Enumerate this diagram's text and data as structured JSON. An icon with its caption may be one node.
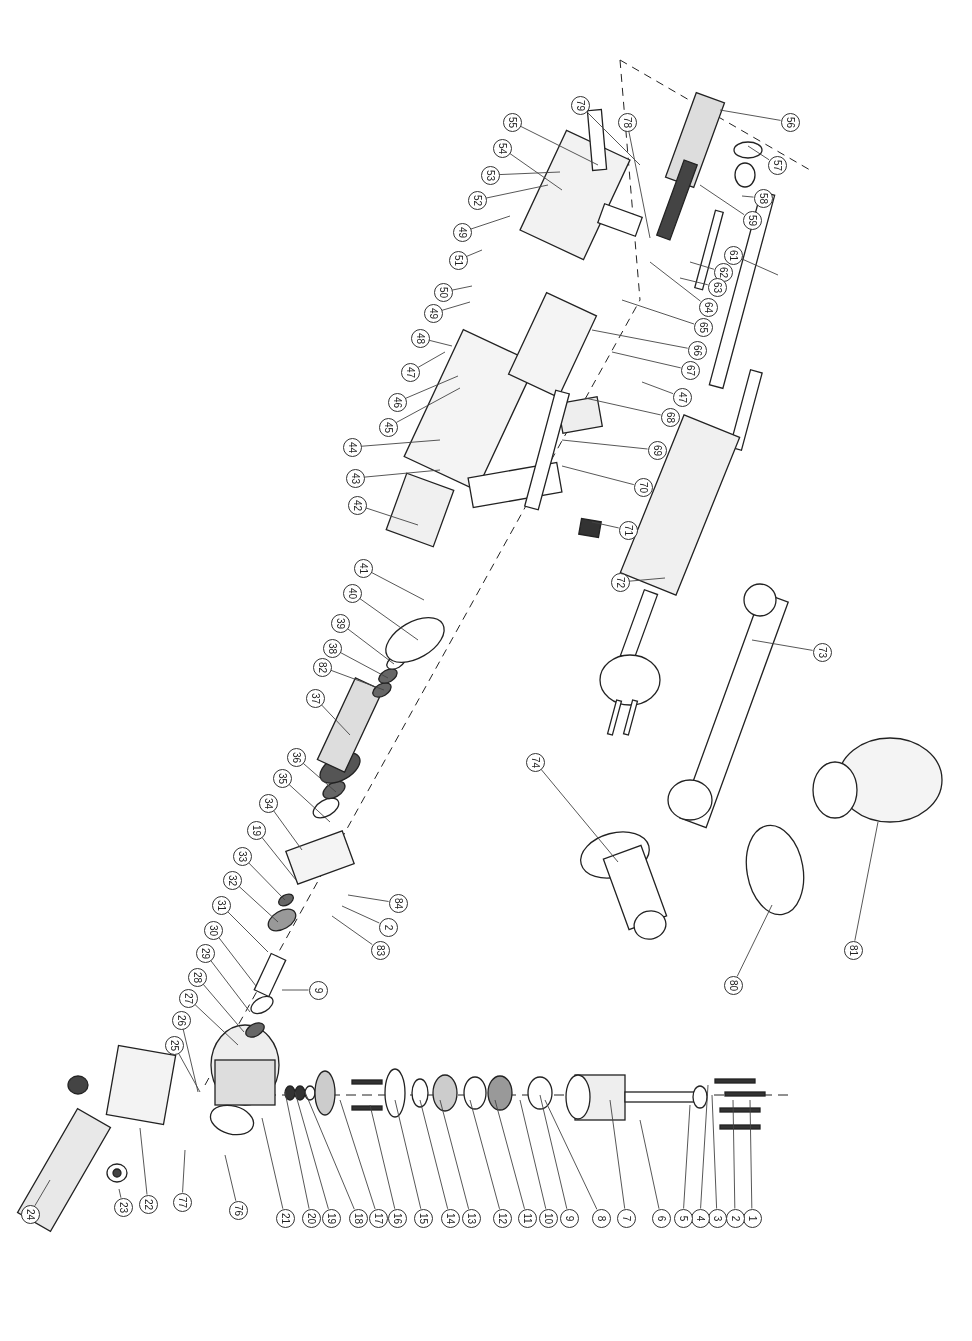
{
  "diagram": {
    "nodes": [
      {
        "text": [
          "1"
        ]
      },
      {
        "text": [
          "2"
        ]
      },
      {
        "text": [
          "3"
        ]
      },
      {
        "text": [
          "4"
        ]
      },
      {
        "text": [
          "5"
        ]
      },
      {
        "text": [
          "6"
        ]
      },
      {
        "text": [
          "7"
        ]
      },
      {
        "text": [
          "8"
        ]
      },
      {
        "text": [
          "9"
        ]
      },
      {
        "text": [
          "10"
        ]
      },
      {
        "text": [
          "11"
        ]
      },
      {
        "text": [
          "12"
        ]
      },
      {
        "text": [
          "13"
        ]
      },
      {
        "text": [
          "14"
        ]
      },
      {
        "text": [
          "15"
        ]
      },
      {
        "text": [
          "16"
        ]
      },
      {
        "text": [
          "17"
        ]
      },
      {
        "text": [
          "18"
        ]
      },
      {
        "text": [
          "19"
        ]
      },
      {
        "text": [
          "20"
        ]
      },
      {
        "text": [
          "21"
        ]
      },
      {
        "text": [
          "76"
        ]
      },
      {
        "text": [
          "77"
        ]
      },
      {
        "text": [
          "22"
        ]
      },
      {
        "text": [
          "23"
        ]
      },
      {
        "text": [
          "24"
        ]
      },
      {
        "text": [
          "25"
        ]
      },
      {
        "text": [
          "26"
        ]
      },
      {
        "text": [
          "27"
        ]
      },
      {
        "text": [
          "28"
        ]
      },
      {
        "text": [
          "29"
        ]
      },
      {
        "text": [
          "30"
        ]
      },
      {
        "text": [
          "31"
        ]
      },
      {
        "text": [
          "32"
        ]
      },
      {
        "text": [
          "33"
        ]
      },
      {
        "text": [
          "19"
        ]
      },
      {
        "text": [
          "34"
        ]
      },
      {
        "text": [
          "35"
        ]
      },
      {
        "text": [
          "36"
        ]
      },
      {
        "text": [
          "37"
        ]
      },
      {
        "text": [
          "82"
        ]
      },
      {
        "text": [
          "38"
        ]
      },
      {
        "text": [
          "39"
        ]
      },
      {
        "text": [
          "40"
        ]
      },
      {
        "text": [
          "41"
        ]
      },
      {
        "text": [
          "42"
        ]
      },
      {
        "text": [
          "43"
        ]
      },
      {
        "text": [
          "44"
        ]
      },
      {
        "text": [
          "45"
        ]
      },
      {
        "text": [
          "46"
        ]
      },
      {
        "text": [
          "47"
        ]
      },
      {
        "text": [
          "48"
        ]
      },
      {
        "text": [
          "49"
        ]
      },
      {
        "text": [
          "50"
        ]
      },
      {
        "text": [
          "51"
        ]
      },
      {
        "text": [
          "49"
        ]
      },
      {
        "text": [
          "52"
        ]
      },
      {
        "text": [
          "53"
        ]
      },
      {
        "text": [
          "54"
        ]
      },
      {
        "text": [
          "55"
        ]
      },
      {
        "text": [
          "79"
        ]
      },
      {
        "text": [
          "78"
        ]
      },
      {
        "text": [
          "56"
        ]
      },
      {
        "text": [
          "57"
        ]
      },
      {
        "text": [
          "58"
        ]
      },
      {
        "text": [
          "59"
        ]
      },
      {
        "text": [
          "61"
        ]
      },
      {
        "text": [
          "62"
        ]
      },
      {
        "text": [
          "63"
        ]
      },
      {
        "text": [
          "64"
        ]
      },
      {
        "text": [
          "65"
        ]
      },
      {
        "text": [
          "66"
        ]
      },
      {
        "text": [
          "67"
        ]
      },
      {
        "text": [
          "47"
        ]
      },
      {
        "text": [
          "68"
        ]
      },
      {
        "text": [
          "69"
        ]
      },
      {
        "text": [
          "70"
        ]
      },
      {
        "text": [
          "71"
        ]
      },
      {
        "text": [
          "72"
        ]
      },
      {
        "text": [
          "73"
        ]
      },
      {
        "text": [
          "74"
        ]
      },
      {
        "text": [
          "80"
        ]
      },
      {
        "text": [
          "81"
        ]
      },
      {
        "text": [
          "84"
        ]
      },
      {
        "text": [
          "2"
        ]
      },
      {
        "text": [
          "83"
        ]
      },
      {
        "text": [
          "9"
        ]
      }
    ],
    "edges": [
      {
        "from": 0,
        "to": null,
        "arrow": "none"
      },
      {
        "from": 1,
        "to": null,
        "arrow": "none"
      },
      {
        "from": 2,
        "to": null,
        "arrow": "none"
      },
      {
        "from": 3,
        "to": null,
        "arrow": "none"
      },
      {
        "from": 4,
        "to": null,
        "arrow": "none"
      },
      {
        "from": 5,
        "to": null,
        "arrow": "none"
      },
      {
        "from": 6,
        "to": null,
        "arrow": "none"
      },
      {
        "from": 7,
        "to": null,
        "arrow": "none"
      },
      {
        "from": 8,
        "to": null,
        "arrow": "none"
      },
      {
        "from": 9,
        "to": null,
        "arrow": "none"
      },
      {
        "from": 10,
        "to": null,
        "arrow": "none"
      },
      {
        "from": 11,
        "to": null,
        "arrow": "none"
      },
      {
        "from": 12,
        "to": null,
        "arrow": "none"
      },
      {
        "from": 13,
        "to": null,
        "arrow": "none"
      },
      {
        "from": 14,
        "to": null,
        "arrow": "none"
      },
      {
        "from": 15,
        "to": null,
        "arrow": "none"
      },
      {
        "from": 16,
        "to": null,
        "arrow": "none"
      },
      {
        "from": 17,
        "to": null,
        "arrow": "none"
      },
      {
        "from": 18,
        "to": null,
        "arrow": "none"
      },
      {
        "from": 19,
        "to": null,
        "arrow": "none"
      },
      {
        "from": 20,
        "to": null,
        "arrow": "none"
      },
      {
        "from": 21,
        "to": null,
        "arrow": "none"
      },
      {
        "from": 22,
        "to": null,
        "arrow": "none"
      },
      {
        "from": 23,
        "to": null,
        "arrow": "none"
      },
      {
        "from": 24,
        "to": null,
        "arrow": "none"
      },
      {
        "from": 25,
        "to": null,
        "arrow": "none"
      },
      {
        "from": 26,
        "to": null,
        "arrow": "none"
      },
      {
        "from": 27,
        "to": null,
        "arrow": "none"
      },
      {
        "from": 28,
        "to": null,
        "arrow": "none"
      },
      {
        "from": 29,
        "to": null,
        "arrow": "none"
      },
      {
        "from": 30,
        "to": null,
        "arrow": "none"
      },
      {
        "from": 31,
        "to": null,
        "arrow": "none"
      },
      {
        "from": 32,
        "to": null,
        "arrow": "none"
      },
      {
        "from": 33,
        "to": null,
        "arrow": "none"
      },
      {
        "from": 34,
        "to": null,
        "arrow": "none"
      },
      {
        "from": 35,
        "to": null,
        "arrow": "none"
      },
      {
        "from": 36,
        "to": null,
        "arrow": "none"
      },
      {
        "from": 37,
        "to": null,
        "arrow": "none"
      },
      {
        "from": 38,
        "to": null,
        "arrow": "none"
      },
      {
        "from": 39,
        "to": null,
        "arrow": "none"
      },
      {
        "from": 40,
        "to": null,
        "arrow": "none"
      },
      {
        "from": 41,
        "to": null,
        "arrow": "none"
      },
      {
        "from": 42,
        "to": null,
        "arrow": "none"
      },
      {
        "from": 43,
        "to": null,
        "arrow": "none"
      },
      {
        "from": 44,
        "to": null,
        "arrow": "none"
      },
      {
        "from": 45,
        "to": null,
        "arrow": "none"
      },
      {
        "from": 46,
        "to": null,
        "arrow": "none"
      },
      {
        "from": 47,
        "to": null,
        "arrow": "none"
      },
      {
        "from": 48,
        "to": null,
        "arrow": "none"
      },
      {
        "from": 49,
        "to": null,
        "arrow": "none"
      },
      {
        "from": 50,
        "to": null,
        "arrow": "none"
      },
      {
        "from": 51,
        "to": null,
        "arrow": "none"
      },
      {
        "from": 52,
        "to": null,
        "arrow": "none"
      },
      {
        "from": 53,
        "to": null,
        "arrow": "none"
      },
      {
        "from": 54,
        "to": null,
        "arrow": "none"
      },
      {
        "from": 55,
        "to": null,
        "arrow": "none"
      },
      {
        "from": 56,
        "to": null,
        "arrow": "none"
      },
      {
        "from": 57,
        "to": null,
        "arrow": "none"
      },
      {
        "from": 58,
        "to": null,
        "arrow": "none"
      },
      {
        "from": 59,
        "to": null,
        "arrow": "none"
      },
      {
        "from": 60,
        "to": null,
        "arrow": "none"
      },
      {
        "from": 61,
        "to": null,
        "arrow": "none"
      },
      {
        "from": 62,
        "to": null,
        "arrow": "none"
      },
      {
        "from": 63,
        "to": null,
        "arrow": "none"
      },
      {
        "from": 64,
        "to": null,
        "arrow": "none"
      },
      {
        "from": 65,
        "to": null,
        "arrow": "none"
      },
      {
        "from": 66,
        "to": null,
        "arrow": "none"
      },
      {
        "from": 67,
        "to": null,
        "arrow": "none"
      },
      {
        "from": 68,
        "to": null,
        "arrow": "none"
      },
      {
        "from": 69,
        "to": null,
        "arrow": "none"
      },
      {
        "from": 70,
        "to": null,
        "arrow": "none"
      },
      {
        "from": 71,
        "to": null,
        "arrow": "none"
      },
      {
        "from": 72,
        "to": null,
        "arrow": "none"
      },
      {
        "from": 73,
        "to": null,
        "arrow": "none"
      },
      {
        "from": 74,
        "to": null,
        "arrow": "none"
      },
      {
        "from": 75,
        "to": null,
        "arrow": "none"
      },
      {
        "from": 76,
        "to": null,
        "arrow": "none"
      },
      {
        "from": 77,
        "to": null,
        "arrow": "none"
      },
      {
        "from": 78,
        "to": null,
        "arrow": "none"
      },
      {
        "from": 79,
        "to": null,
        "arrow": "none"
      },
      {
        "from": 80,
        "to": null,
        "arrow": "none"
      },
      {
        "from": 81,
        "to": null,
        "arrow": "none"
      },
      {
        "from": 82,
        "to": null,
        "arrow": "none"
      },
      {
        "from": 83,
        "to": null,
        "arrow": "none"
      },
      {
        "from": 84,
        "to": null,
        "arrow": "none"
      },
      {
        "from": 85,
        "to": null,
        "arrow": "none"
      },
      {
        "from": 86,
        "to": null,
        "arrow": "none"
      }
    ]
  }
}
